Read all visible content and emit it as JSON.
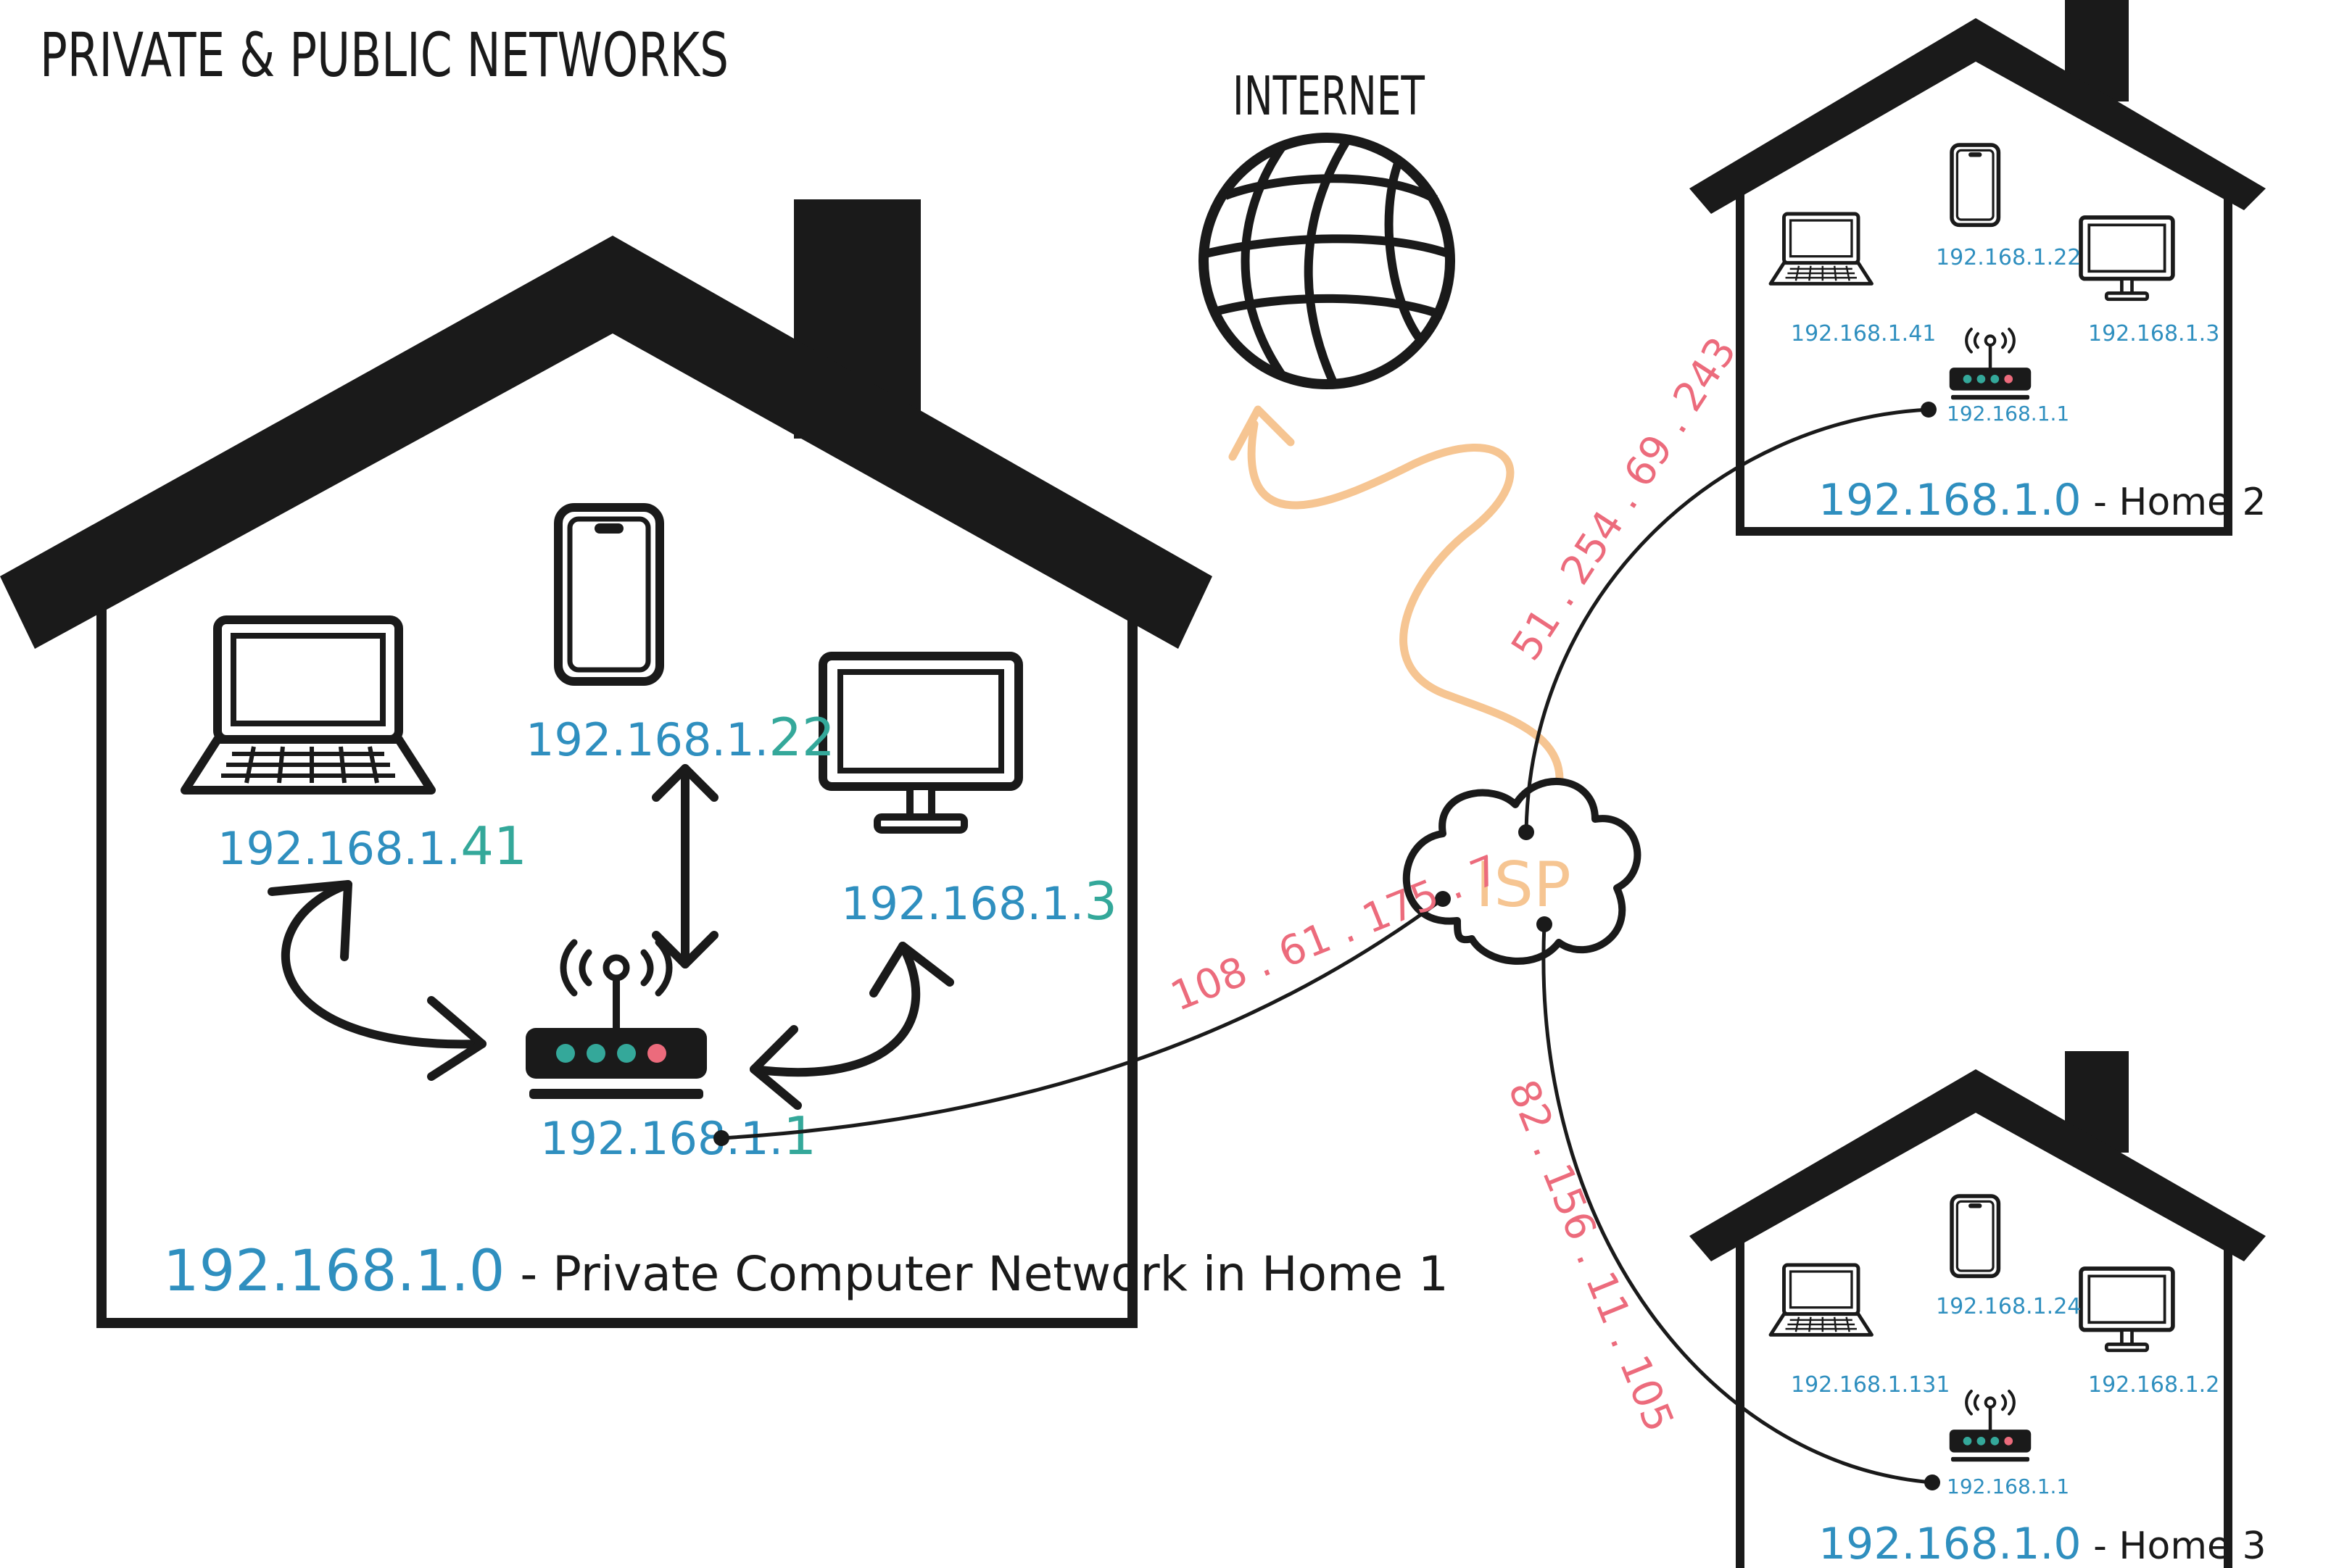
{
  "title": "PRIVATE & PUBLIC NETWORKS",
  "internet_label": "INTERNET",
  "isp_label": "ISP",
  "home1": {
    "laptop_ip_prefix": "192.168.1.",
    "laptop_ip_suffix": "41",
    "phone_ip_prefix": "192.168.1.",
    "phone_ip_suffix": "22",
    "monitor_ip_prefix": "192.168.1.",
    "monitor_ip_suffix": "3",
    "router_ip_prefix": "192.168.1.",
    "router_ip_suffix": "1",
    "network_ip": "192.168.1.0",
    "network_caption": " - Private Computer Network in Home 1"
  },
  "home2": {
    "laptop_ip": "192.168.1.41",
    "phone_ip": "192.168.1.22",
    "monitor_ip": "192.168.1.3",
    "router_ip": "192.168.1.1",
    "network_ip": "192.168.1.0",
    "network_caption": " - Home 2"
  },
  "home3": {
    "laptop_ip": "192.168.1.131",
    "phone_ip": "192.168.1.24",
    "monitor_ip": "192.168.1.2",
    "router_ip": "192.168.1.1",
    "network_ip": "192.168.1.0",
    "network_caption": " - Home 3"
  },
  "public_ips": {
    "home1": "108 . 61 . 175 . 7",
    "home2": "51 . 254 . 69 . 243",
    "home3": "82 . 156 . 11 . 105"
  },
  "colors": {
    "private_ip": "#2f8fbf",
    "private_ip_host": "#34a89a",
    "public_ip": "#ec6b7c",
    "internet_link": "#f6c592",
    "ink": "#1a1a1a"
  }
}
